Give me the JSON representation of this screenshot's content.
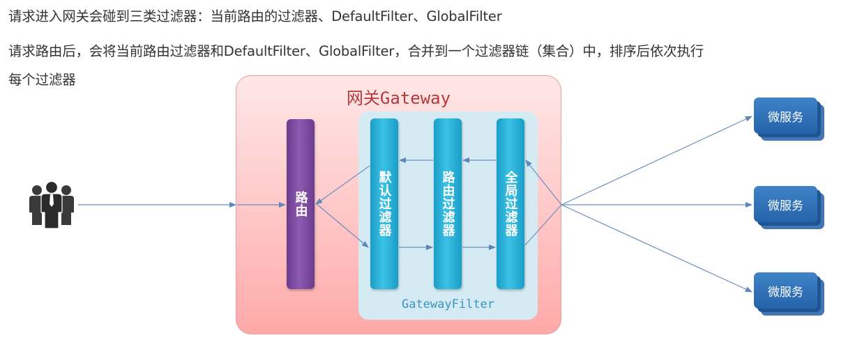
{
  "text": {
    "line1": "请求进入网关会碰到三类过滤器：当前路由的过滤器、DefaultFilter、GlobalFilter",
    "line2": "请求路由后，会将当前路由过滤器和DefaultFilter、GlobalFilter，合并到一个过滤器链（集合）中，排序后依次执行",
    "line3": "每个过滤器"
  },
  "diagram": {
    "gateway_title": "网关Gateway",
    "filter_group_label": "GatewayFilter",
    "router": "路由",
    "filters": {
      "default": "默认过滤器",
      "route": "路由过滤器",
      "global": "全局过滤器"
    },
    "services": [
      "微服务",
      "微服务",
      "微服务"
    ],
    "users_icon": "people-group-icon"
  },
  "colors": {
    "gateway_bg": "#ffc6c6",
    "gateway_title": "#b53a3a",
    "filter_group_bg": "#d4ebf4",
    "router": "#7b4aa0",
    "filter": "#2db0da",
    "service": "#2f6fb5",
    "arrow": "#5f86b8"
  }
}
